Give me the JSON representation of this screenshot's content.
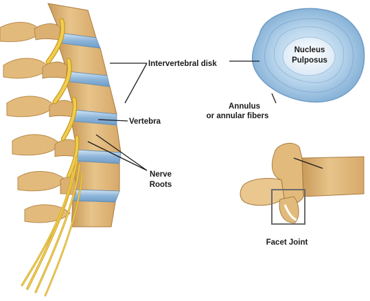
{
  "labels": {
    "intervertebral_disk": "Intervertebral disk",
    "vertebra": "Vertebra",
    "nerve_roots_line1": "Nerve",
    "nerve_roots_line2": "Roots",
    "nucleus_line1": "Nucleus",
    "nucleus_line2": "Pulposus",
    "annulus_line1": "Annulus",
    "annulus_line2": "or annular fibers",
    "facet_joint": "Facet Joint"
  },
  "colors": {
    "bone": "#e3bc7e",
    "bone_light": "#f2dcb0",
    "bone_shadow": "#b98a4a",
    "disk_blue": "#8fb8dc",
    "disk_blue_light": "#cfe2f1",
    "nerve_yellow": "#e8c040",
    "nerve_shadow": "#c79a1c",
    "leader_line": "#1a1a1a"
  }
}
